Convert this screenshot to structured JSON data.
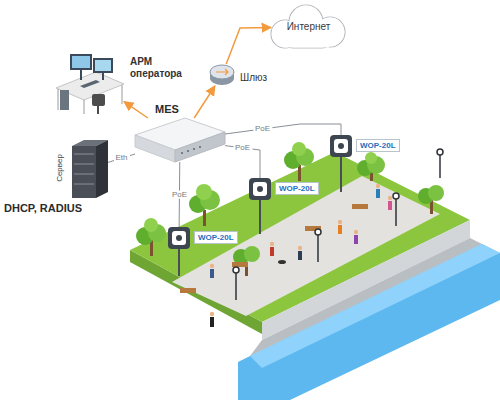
{
  "diagram": {
    "nodes": [
      {
        "text": [
          "Интернет"
        ]
      },
      {
        "text": [
          "АРМ оператора"
        ]
      },
      {
        "text": [
          "Шлюз"
        ]
      },
      {
        "text": [
          "MES"
        ]
      },
      {
        "text": [
          "Сервер",
          "DHCP, RADIUS"
        ]
      },
      {
        "text": [
          "WOP-20L"
        ]
      },
      {
        "text": [
          "WOP-20L"
        ]
      },
      {
        "text": [
          "WOP-20L"
        ]
      }
    ],
    "edges": [
      {
        "from": 2,
        "to": 0,
        "arrow": "to"
      },
      {
        "from": 3,
        "to": 2,
        "arrow": "to"
      },
      {
        "from": 3,
        "to": 1,
        "arrow": "to"
      },
      {
        "from": 3,
        "to": 4,
        "label": "Eth",
        "arrow": "none"
      },
      {
        "from": 3,
        "to": 5,
        "label": "PoE",
        "arrow": "none"
      },
      {
        "from": 3,
        "to": 6,
        "label": "PoE",
        "arrow": "none"
      },
      {
        "from": 3,
        "to": 7,
        "label": "PoE",
        "arrow": "none"
      }
    ]
  }
}
